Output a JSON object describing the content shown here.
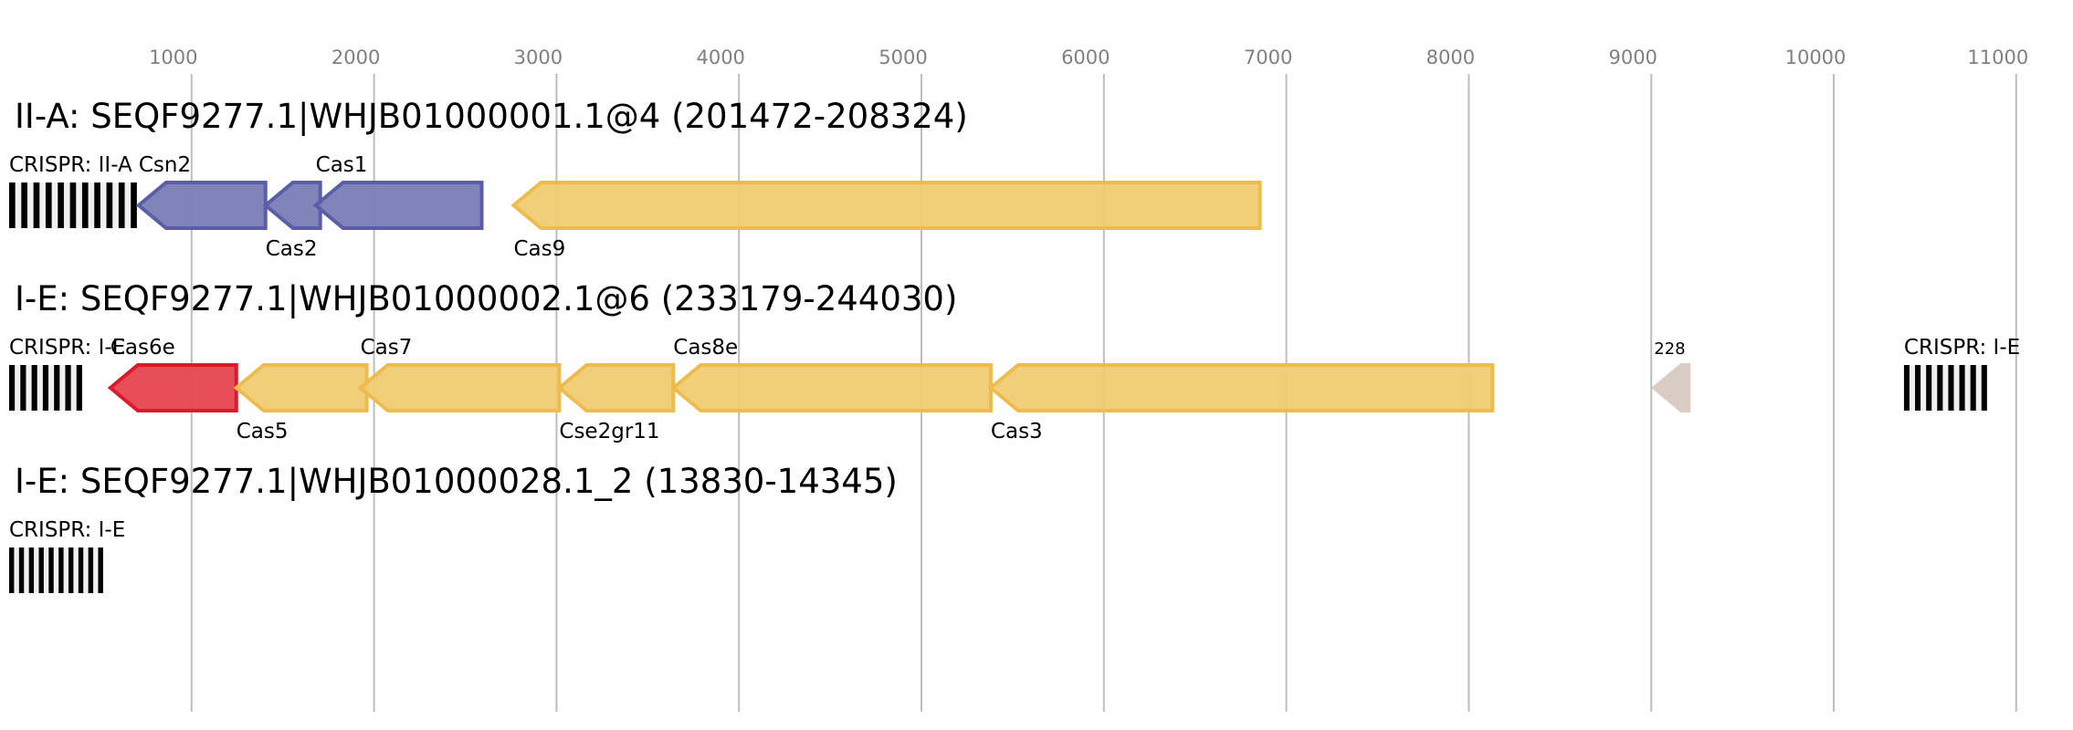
{
  "axis": {
    "ticks": [
      1000,
      2000,
      3000,
      4000,
      5000,
      6000,
      7000,
      8000,
      9000,
      10000,
      11000
    ],
    "tick_labels": [
      "1000",
      "2000",
      "3000",
      "4000",
      "5000",
      "6000",
      "7000",
      "8000",
      "9000",
      "10000",
      "11000"
    ]
  },
  "colors": {
    "cas_adaptation": {
      "fill": "#7a7db5",
      "stroke": "#5a5ea8"
    },
    "cas_effector": {
      "fill": "#f0cb72",
      "stroke": "#edbc4a"
    },
    "cas6": {
      "fill": "#e6454f",
      "stroke": "#dc1a2a"
    },
    "other": {
      "fill": "#d8ccc4",
      "stroke": "#d8ccc4"
    },
    "crispr_bar": "#000000",
    "crispr_gap": "#f0f0f0"
  },
  "loci": [
    {
      "title": "II-A: SEQF9277.1|WHJB01000001.1@4 (201472-208324)",
      "crispr": [
        {
          "label": "CRISPR: II-A",
          "start": 0,
          "end": 700,
          "repeats": 11
        }
      ],
      "genes": [
        {
          "name": "Csn2",
          "start": 710,
          "end": 1405,
          "strand": "-",
          "color": "cas_adaptation",
          "label_pos": "above"
        },
        {
          "name": "Cas2",
          "start": 1405,
          "end": 1705,
          "strand": "-",
          "color": "cas_adaptation",
          "label_pos": "below"
        },
        {
          "name": "Cas1",
          "start": 1680,
          "end": 2590,
          "strand": "-",
          "color": "cas_adaptation",
          "label_pos": "above"
        },
        {
          "name": "Cas9",
          "start": 2765,
          "end": 6855,
          "strand": "-",
          "color": "cas_effector",
          "label_pos": "below"
        }
      ]
    },
    {
      "title": "I-E: SEQF9277.1|WHJB01000002.1@6 (233179-244030)",
      "crispr": [
        {
          "label": "CRISPR: I-E",
          "start": 0,
          "end": 400,
          "repeats": 7
        },
        {
          "label": "CRISPR: I-E",
          "start": 10385,
          "end": 10840,
          "repeats": 8
        }
      ],
      "genes": [
        {
          "name": "Cas6e",
          "start": 555,
          "end": 1245,
          "strand": "-",
          "color": "cas6",
          "label_pos": "above"
        },
        {
          "name": "Cas5",
          "start": 1245,
          "end": 1960,
          "strand": "-",
          "color": "cas_effector",
          "label_pos": "below"
        },
        {
          "name": "Cas7",
          "start": 1925,
          "end": 3015,
          "strand": "-",
          "color": "cas_effector",
          "label_pos": "above"
        },
        {
          "name": "Cse2gr11",
          "start": 3015,
          "end": 3640,
          "strand": "-",
          "color": "cas_effector",
          "label_pos": "below"
        },
        {
          "name": "Cas8e",
          "start": 3640,
          "end": 5380,
          "strand": "-",
          "color": "cas_effector",
          "label_pos": "above"
        },
        {
          "name": "Cas3",
          "start": 5380,
          "end": 8130,
          "strand": "-",
          "color": "cas_effector",
          "label_pos": "below"
        },
        {
          "name": "228",
          "start": 9015,
          "end": 9205,
          "strand": "-",
          "color": "other",
          "label_pos": "above",
          "small": true
        }
      ]
    },
    {
      "title": "I-E: SEQF9277.1|WHJB01000028.1_2 (13830-14345)",
      "crispr": [
        {
          "label": "CRISPR: I-E",
          "start": 0,
          "end": 515,
          "repeats": 10
        }
      ],
      "genes": []
    }
  ]
}
